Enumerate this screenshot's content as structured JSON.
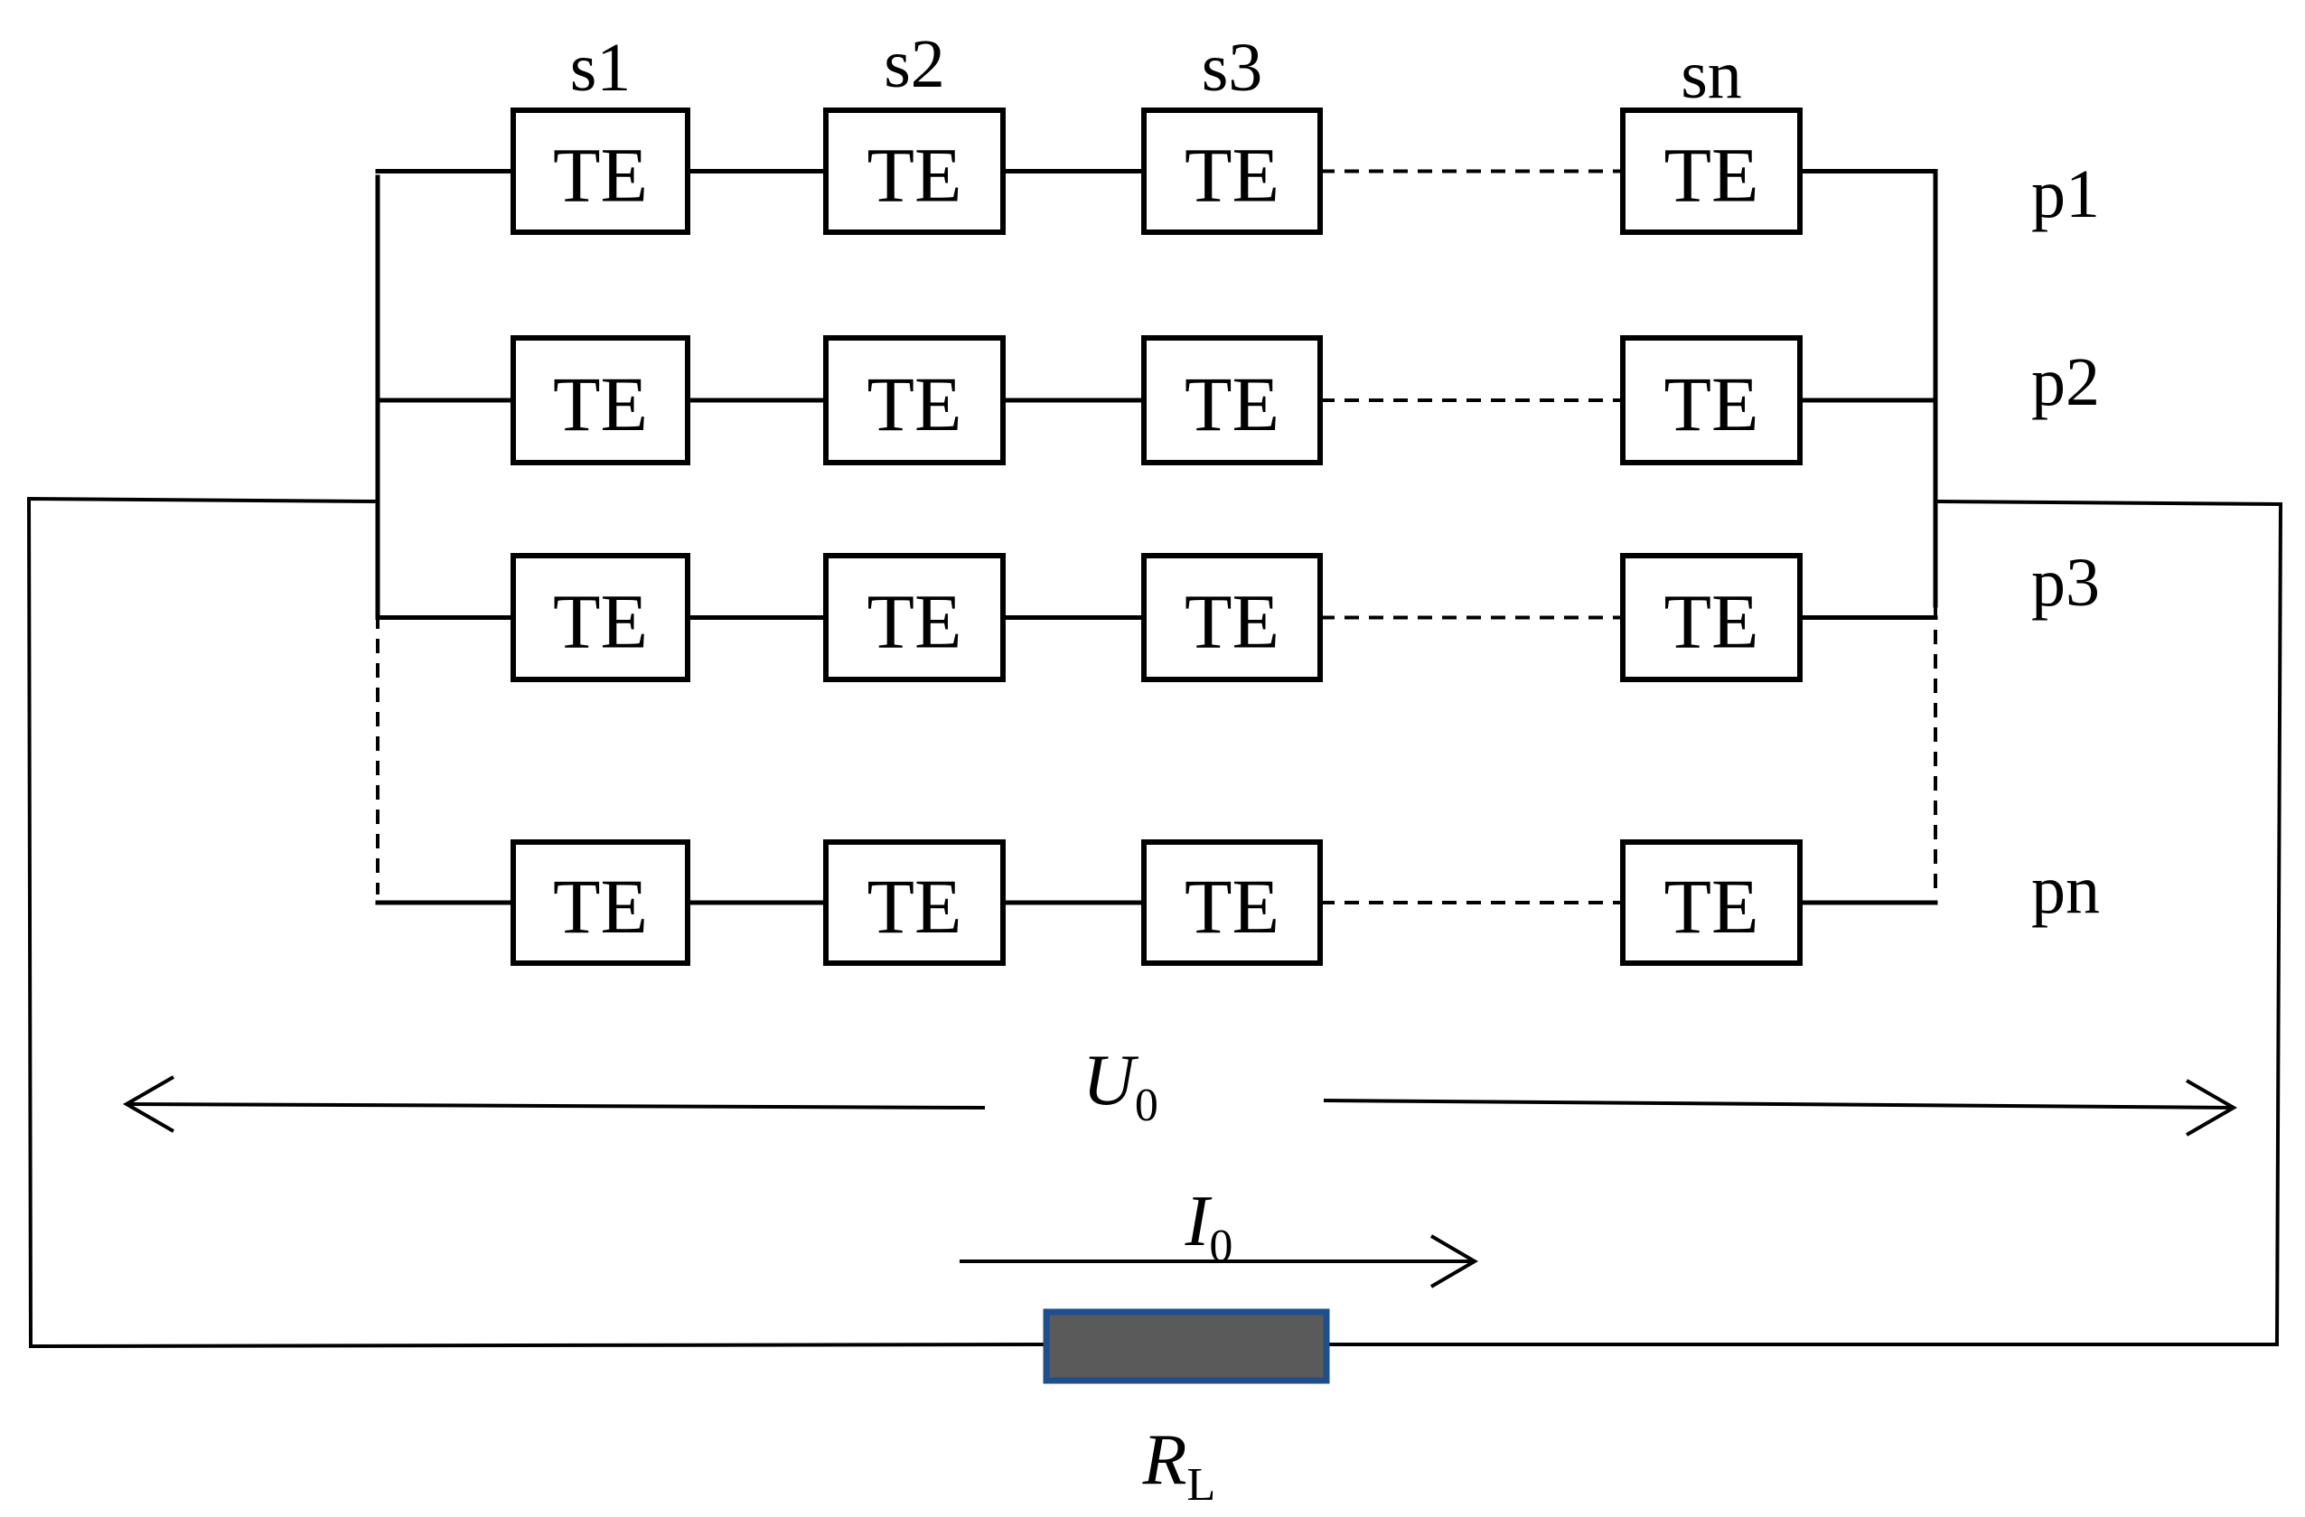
{
  "element_label": "TE",
  "columns": [
    {
      "key": "s1",
      "label": "s1"
    },
    {
      "key": "s2",
      "label": "s2"
    },
    {
      "key": "s3",
      "label": "s3"
    },
    {
      "key": "sn",
      "label": "sn"
    }
  ],
  "rows": [
    {
      "key": "p1",
      "label": "p1"
    },
    {
      "key": "p2",
      "label": "p2"
    },
    {
      "key": "p3",
      "label": "p3"
    },
    {
      "key": "pn",
      "label": "pn"
    }
  ],
  "voltage": {
    "symbol": "U",
    "subscript": "0"
  },
  "current": {
    "symbol": "I",
    "subscript": "0"
  },
  "load": {
    "symbol": "R",
    "subscript": "L"
  },
  "colors": {
    "wire": "#000000",
    "load_fill": "#5a5a5a",
    "load_border": "#1f4e8c"
  }
}
